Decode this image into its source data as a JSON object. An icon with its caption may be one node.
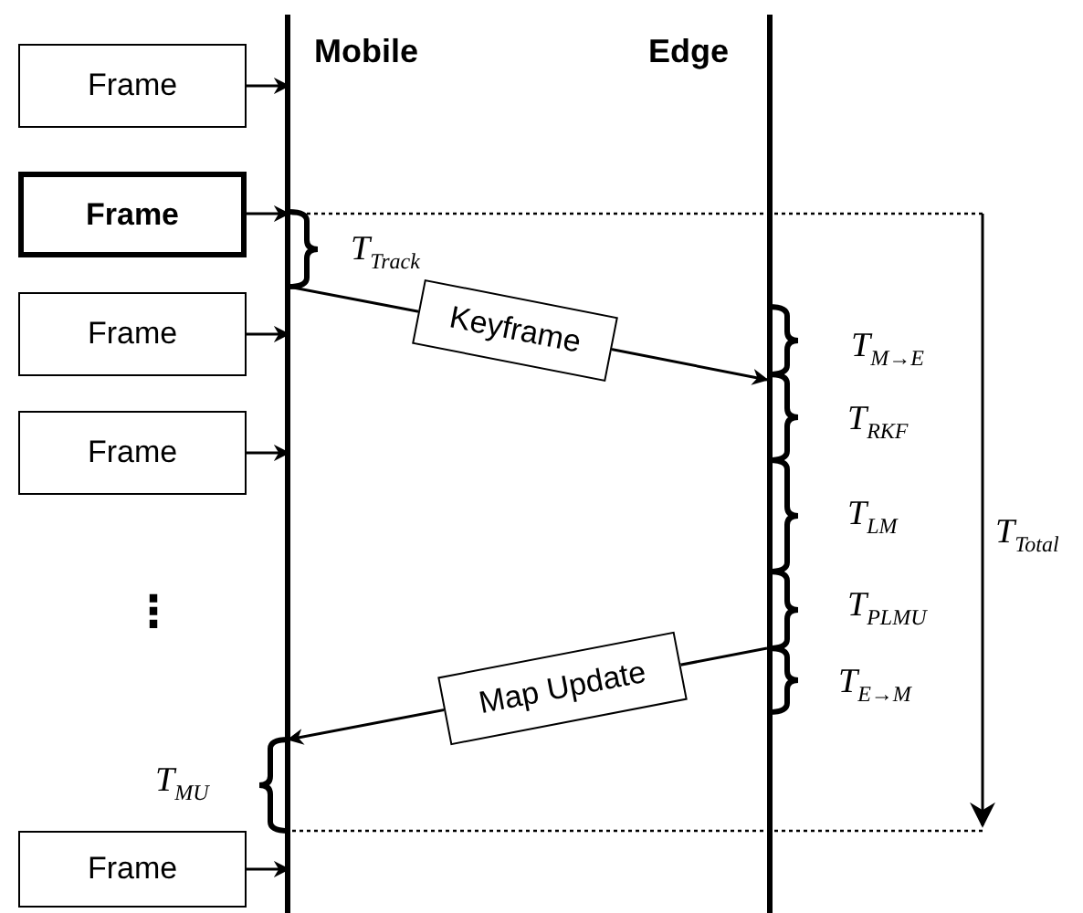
{
  "diagram": {
    "nodes": [
      {
        "text": [
          "Frame"
        ]
      },
      {
        "text": [
          "Frame"
        ]
      },
      {
        "text": [
          "Frame"
        ]
      },
      {
        "text": [
          "Frame"
        ]
      },
      {
        "text": [
          "Frame"
        ]
      },
      {
        "text": [
          "Mobile"
        ]
      },
      {
        "text": [
          "Edge"
        ]
      },
      {
        "text": [
          "Keyframe"
        ]
      },
      {
        "text": [
          "Map Update"
        ]
      }
    ],
    "edges": [
      {
        "from": 0,
        "to": 5,
        "arrow": "to"
      },
      {
        "from": 1,
        "to": 5,
        "arrow": "to"
      },
      {
        "from": 2,
        "to": 5,
        "arrow": "to"
      },
      {
        "from": 3,
        "to": 5,
        "arrow": "to"
      },
      {
        "from": 4,
        "to": 5,
        "arrow": "to"
      },
      {
        "from": 5,
        "to": 7,
        "arrow": "none"
      },
      {
        "from": 7,
        "to": 6,
        "arrow": "to"
      },
      {
        "from": 6,
        "to": 8,
        "arrow": "none"
      },
      {
        "from": 8,
        "to": 5,
        "arrow": "to"
      }
    ],
    "labels": [
      "T$_{Track}$",
      "T$_{M→E}$",
      "T$_{RKF}$",
      "T$_{LM}$",
      "T$_{Total}$",
      "T$_{PLMU}$",
      "⋮",
      "T$_{E→M}$",
      "T$_{MU}$"
    ]
  }
}
